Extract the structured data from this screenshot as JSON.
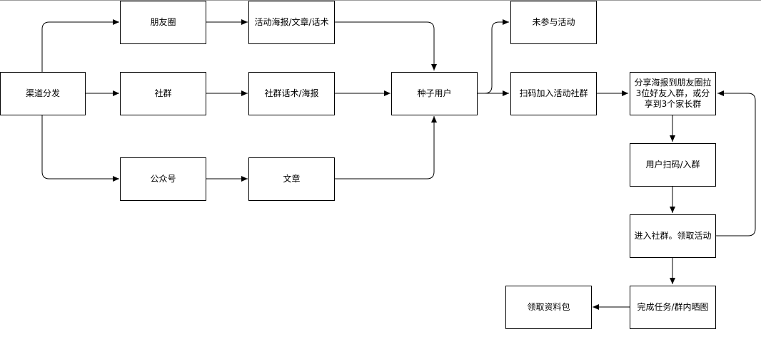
{
  "nodes": {
    "channel": "渠道分发",
    "moments": "朋友圈",
    "community": "社群",
    "official_account": "公众号",
    "moments_content": "活动海报/文章/话术",
    "community_content": "社群话术/海报",
    "article": "文章",
    "seed_users": "种子用户",
    "not_joined": "未参与活动",
    "scan_join": "扫码加入活动社群",
    "share_poster": "分享海报到朋友圈拉3位好友入群，或分享到3个家长群",
    "user_scan": "用户扫码/入群",
    "enter_group": "进入社群。领取活动",
    "complete_task": "完成任务/群内晒图",
    "get_materials": "领取资料包"
  }
}
